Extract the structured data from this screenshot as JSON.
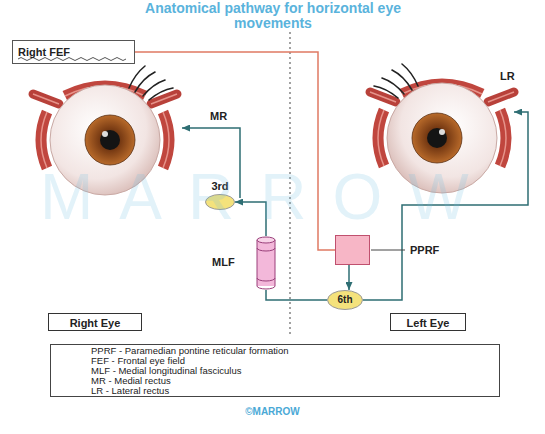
{
  "diagram": {
    "title": "Anatomical pathway for horizontal eye movements",
    "nodes": [
      {
        "text": [
          "Right FEF"
        ]
      },
      {
        "text": [
          "3rd"
        ]
      },
      {
        "text": [
          "MLF"
        ]
      },
      {
        "text": [
          "PPRF"
        ]
      },
      {
        "text": [
          "6th"
        ]
      },
      {
        "text": [
          "Right Eye"
        ]
      },
      {
        "text": [
          "Left Eye"
        ]
      }
    ],
    "edges": [
      {
        "from": 0,
        "to": 3,
        "arrow": "none"
      },
      {
        "from": 3,
        "to": 4,
        "arrow": "to"
      },
      {
        "from": 4,
        "to": 2,
        "arrow": "none"
      },
      {
        "from": 2,
        "to": 1,
        "arrow": "to"
      }
    ],
    "labels": [
      "MR",
      "LR",
      "MARROW",
      "©MARROW"
    ],
    "legend": [
      {
        "text": "PPRF - Paramedian pontine reticular formation"
      },
      {
        "text": "FEF - Frontal eye field"
      },
      {
        "text": "MLF - Medial longitudinal fasciculus"
      },
      {
        "text": "MR - Medial rectus"
      },
      {
        "text": "LR - Lateral rectus"
      }
    ]
  }
}
